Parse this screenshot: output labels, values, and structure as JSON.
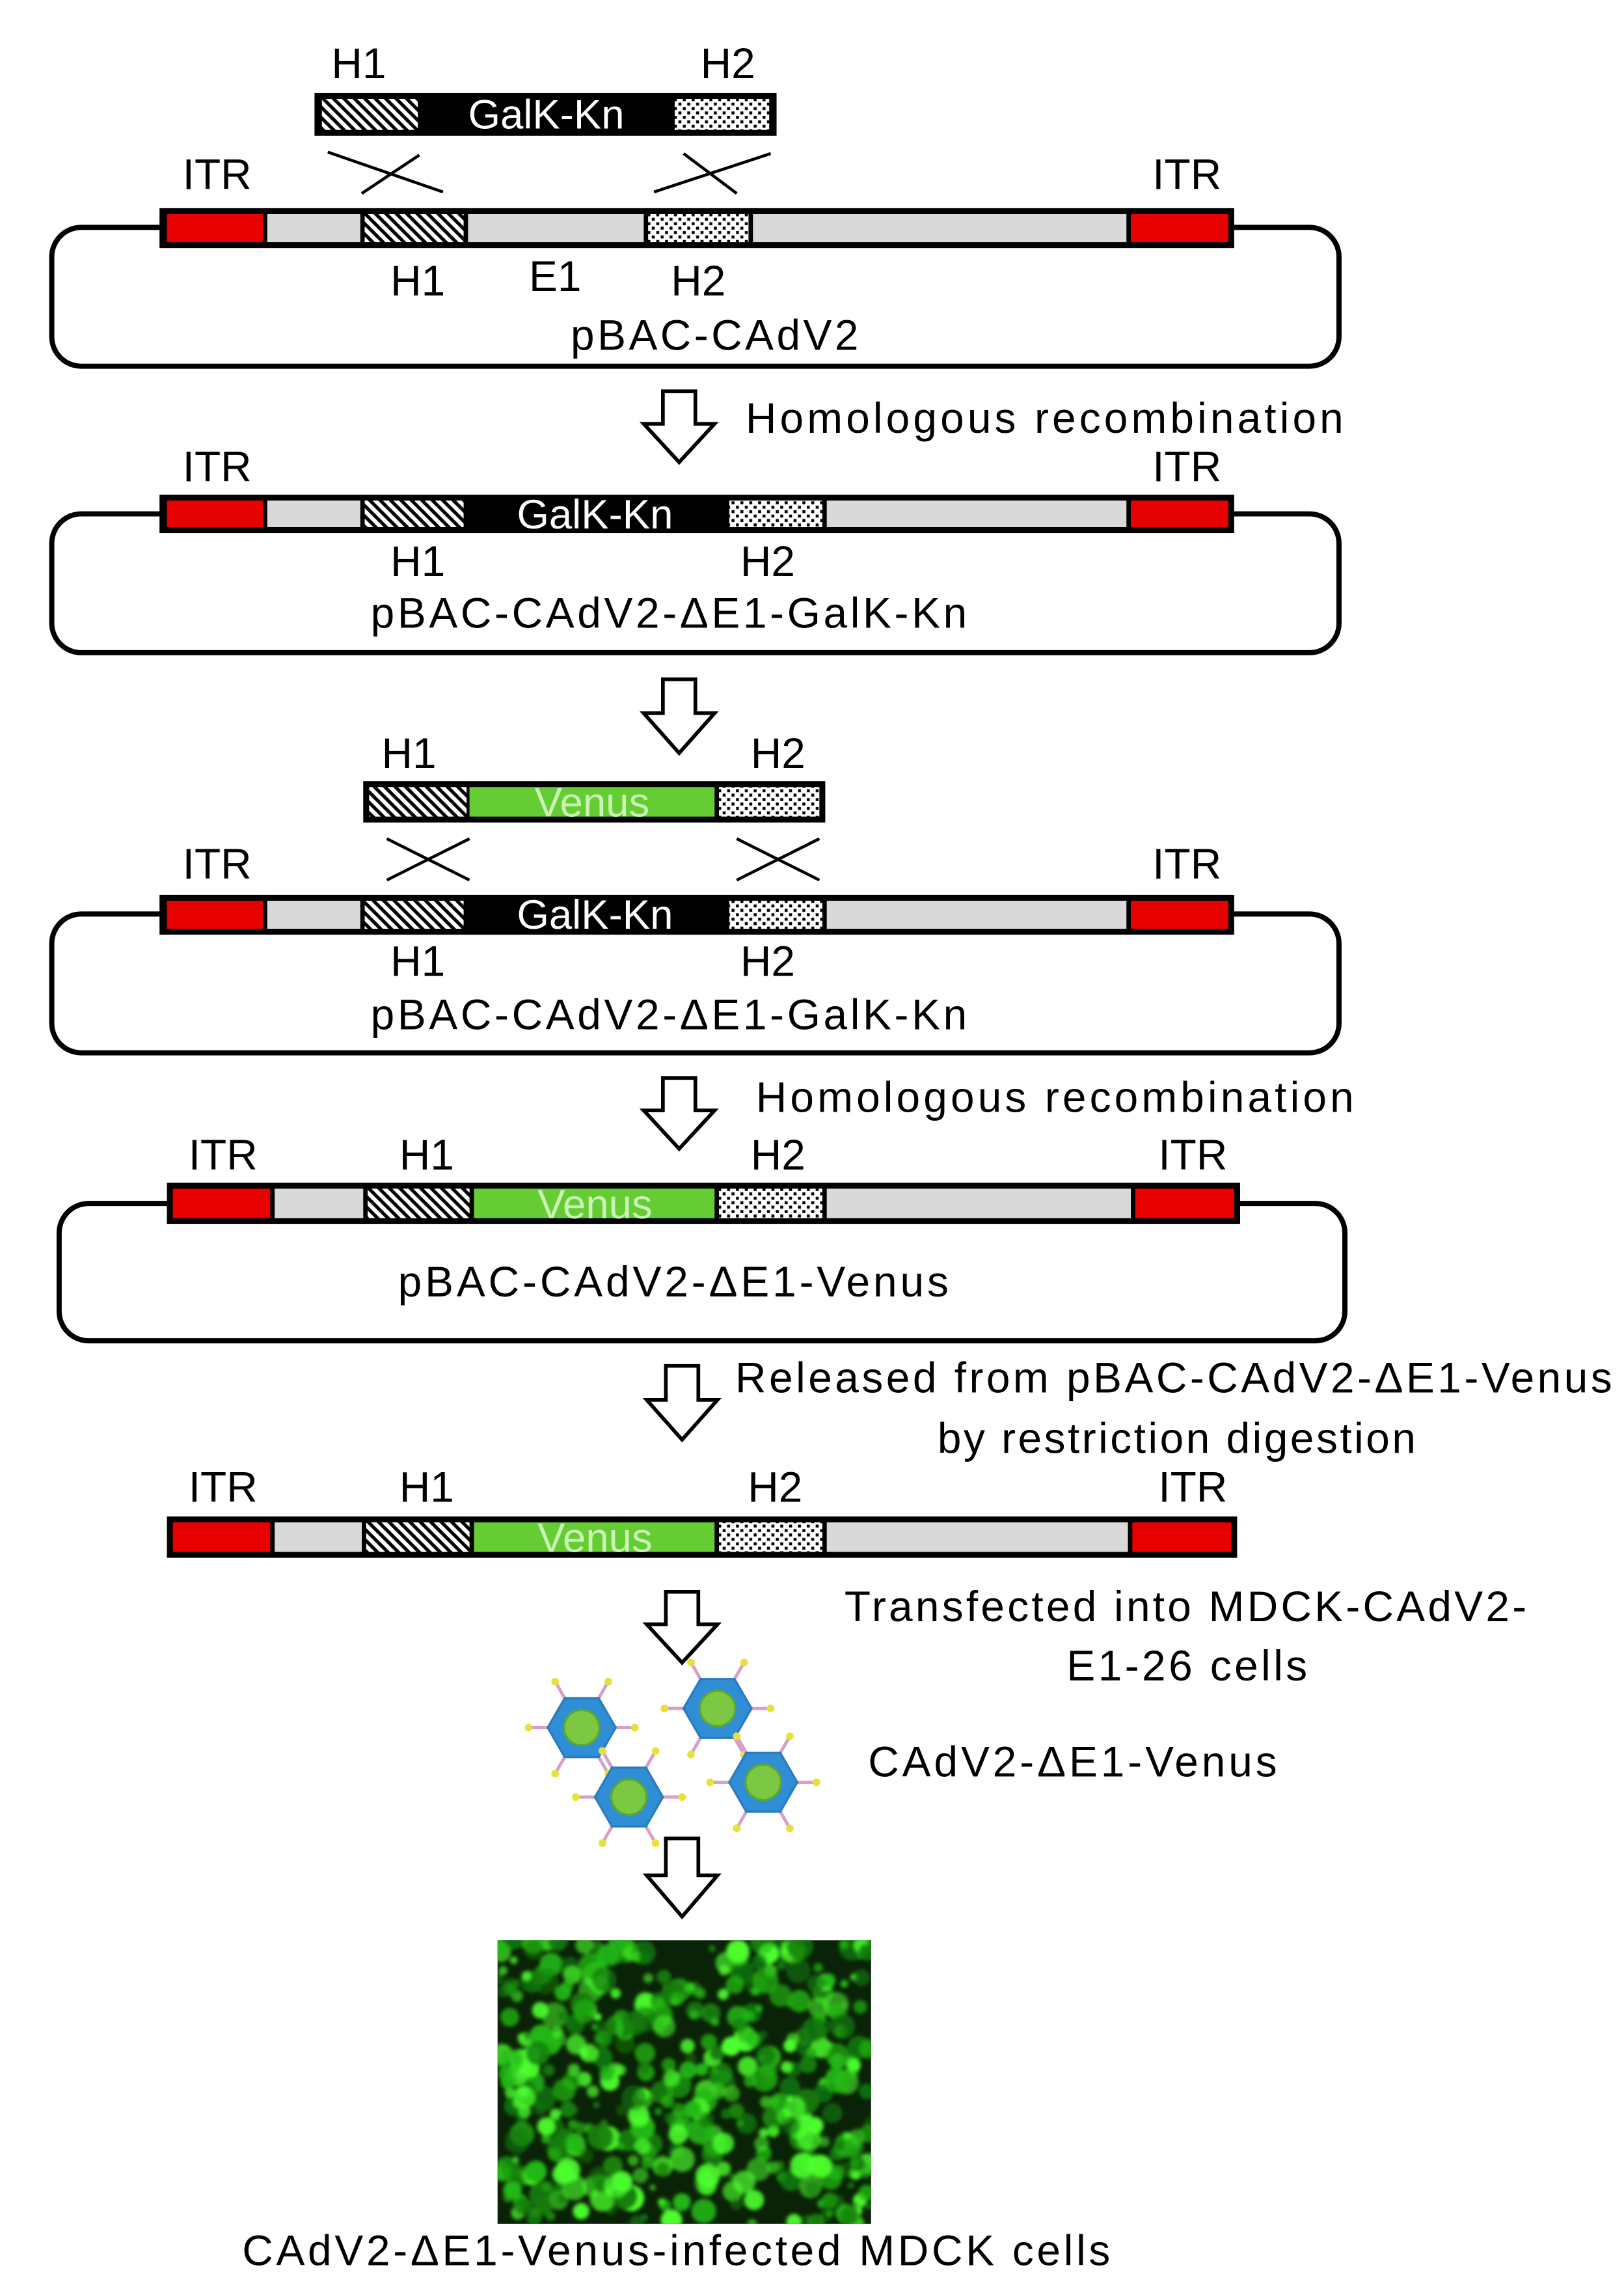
{
  "step1": {
    "insert": {
      "h1": "H1",
      "h2": "H2",
      "label": "GalK-Kn"
    },
    "itr_left": "ITR",
    "itr_right": "ITR",
    "h1": "H1",
    "e1": "E1",
    "h2": "H2",
    "plasmid_name": "pBAC-CAdV2"
  },
  "arrow1_label": "Homologous recombination",
  "step2": {
    "itr_left": "ITR",
    "itr_right": "ITR",
    "marker": "GalK-Kn",
    "h1": "H1",
    "h2": "H2",
    "plasmid_name": "pBAC-CAdV2-ΔE1-GalK-Kn"
  },
  "step3": {
    "insert": {
      "h1": "H1",
      "h2": "H2",
      "label": "Venus"
    },
    "itr_left": "ITR",
    "itr_right": "ITR",
    "marker": "GalK-Kn",
    "h1": "H1",
    "h2": "H2",
    "plasmid_name": "pBAC-CAdV2-ΔE1-GalK-Kn"
  },
  "arrow3_label": "Homologous recombination",
  "step4": {
    "itr_left": "ITR",
    "h1": "H1",
    "h2": "H2",
    "itr_right": "ITR",
    "insert": "Venus",
    "plasmid_name": "pBAC-CAdV2-ΔE1-Venus"
  },
  "arrow4_label": [
    "Released from pBAC-CAdV2-ΔE1-Venus",
    "by restriction digestion"
  ],
  "step5": {
    "itr_left": "ITR",
    "h1": "H1",
    "h2": "H2",
    "itr_right": "ITR",
    "insert": "Venus"
  },
  "arrow5_label": [
    "Transfected into MDCK-CAdV2-",
    "E1-26 cells"
  ],
  "virus_label": "CAdV2-ΔE1-Venus",
  "micrograph_caption": "CAdV2-ΔE1-Venus-infected MDCK cells",
  "colors": {
    "itr": "#e60000",
    "backbone": "#d9d9d9",
    "venus": "#66cc33",
    "galk_kn": "#000000",
    "capsid": "#2f8ed6",
    "core": "#7dc843",
    "micrograph_bg": "#0a2207",
    "fluor_bright": "#4dff2e",
    "fluor_mid": "#22b814",
    "fluor_dim": "#137a0c"
  }
}
